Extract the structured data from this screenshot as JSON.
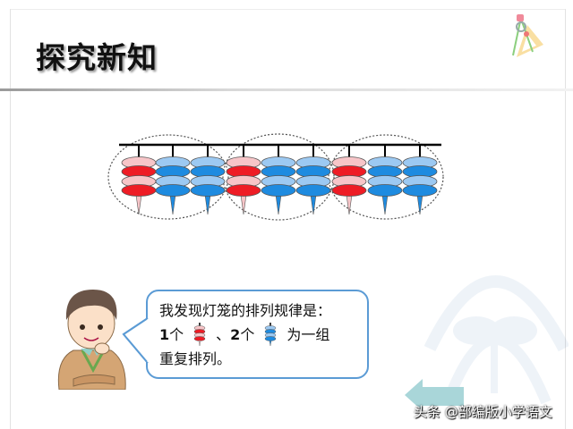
{
  "slide": {
    "title": "探究新知",
    "logo_icon": "compass-ruler-icon",
    "watermark_icon": "sprout-emblem-icon"
  },
  "lanterns": {
    "sequence": [
      "red",
      "blue",
      "blue",
      "red",
      "blue",
      "blue",
      "red",
      "blue",
      "blue"
    ],
    "groups": 3,
    "colors": {
      "red_light": "#f7c5c8",
      "red_dark": "#ee1c25",
      "blue_light": "#9cc9f2",
      "blue_dark": "#1e8be0",
      "outline": "#555555",
      "hanger": "#000000"
    }
  },
  "speech_bubble": {
    "line1": "我发现灯笼的排列规律是：",
    "line2_count1": "1",
    "line2_unit1": "个",
    "line2_sep": "、",
    "line2_count2": "2",
    "line2_unit2": "个",
    "line2_tail": "为一组",
    "line3": "重复排列。",
    "border_color": "#5b9bd5"
  },
  "character": {
    "name_icon": "boy-thinking-icon"
  },
  "navigation": {
    "back_icon": "back-arrow-icon",
    "back_color": "#a9d6d9"
  },
  "credit": "头条 @部编版小学语文"
}
